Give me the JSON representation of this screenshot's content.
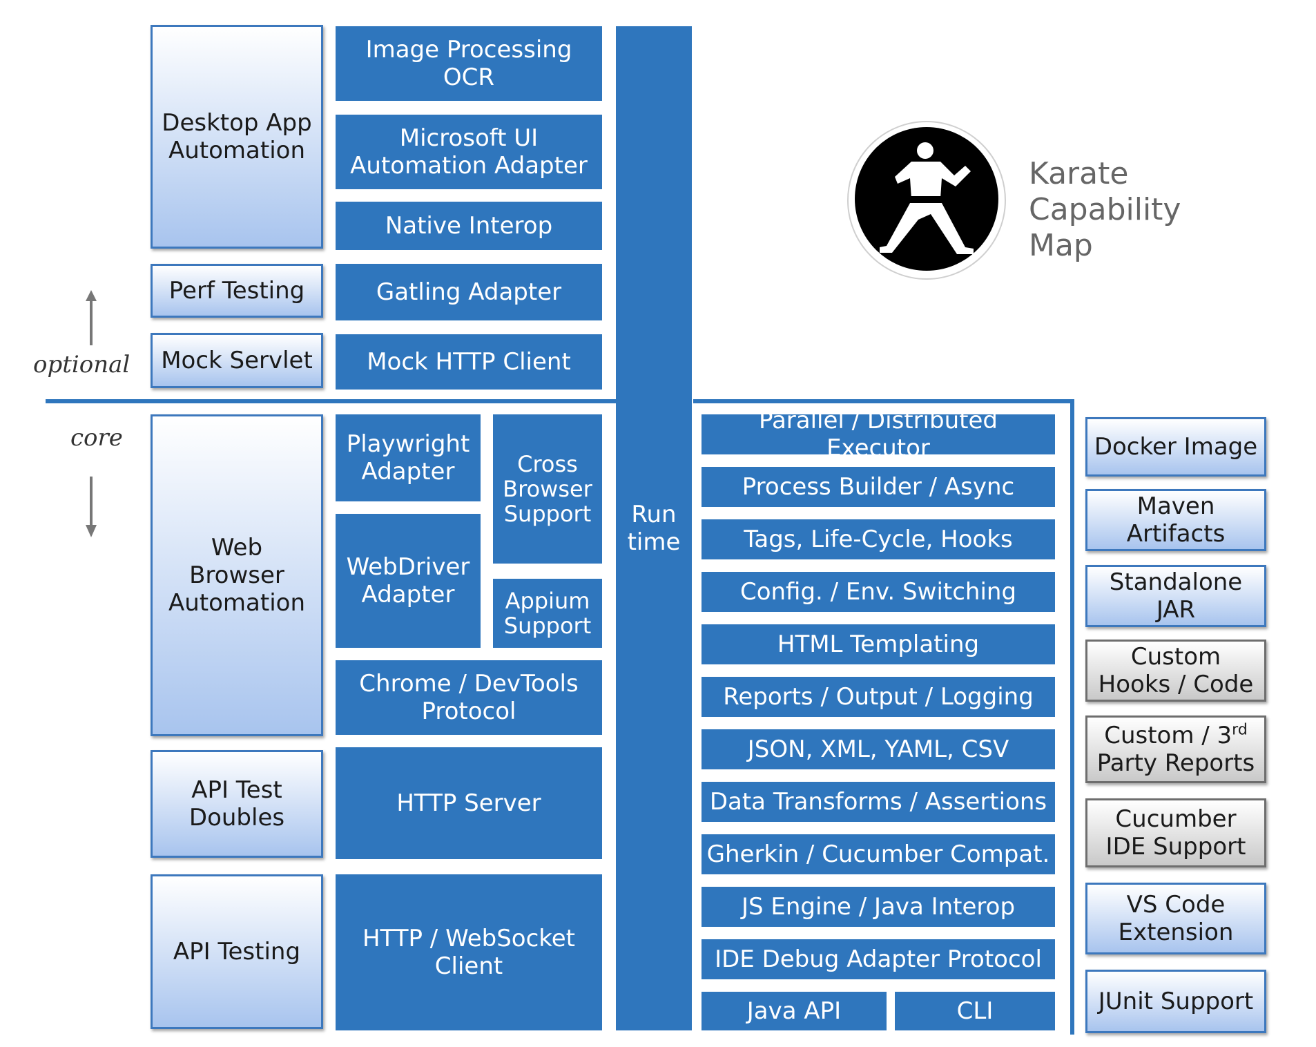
{
  "title": "Karate\nCapability\nMap",
  "axis": {
    "optional": "optional",
    "core": "core"
  },
  "left": {
    "desktop": "Desktop App\nAutomation",
    "perf": "Perf Testing",
    "mock": "Mock Servlet",
    "web": "Web\nBrowser\nAutomation",
    "doubles": "API Test\nDoubles",
    "api": "API Testing"
  },
  "mid": {
    "image": "Image Processing\nOCR",
    "msui": "Microsoft UI\nAutomation Adapter",
    "native": "Native Interop",
    "gatling": "Gatling Adapter",
    "mockhttp": "Mock HTTP Client",
    "playwright": "Playwright\nAdapter",
    "cross": "Cross\nBrowser\nSupport",
    "webdriver": "WebDriver\nAdapter",
    "appium": "Appium\nSupport",
    "chrome": "Chrome / DevTools\nProtocol",
    "server": "HTTP Server",
    "client": "HTTP / WebSocket\nClient"
  },
  "runtime": "Run\ntime",
  "core_list": [
    "Parallel / Distributed Executor",
    "Process Builder / Async",
    "Tags, Life-Cycle, Hooks",
    "Config. / Env. Switching",
    "HTML Templating",
    "Reports / Output / Logging",
    "JSON, XML, YAML, CSV",
    "Data Transforms / Assertions",
    "Gherkin / Cucumber Compat.",
    "JS Engine / Java Interop",
    "IDE Debug Adapter Protocol"
  ],
  "java_api": "Java API",
  "cli": "CLI",
  "right": {
    "docker": "Docker Image",
    "maven": "Maven\nArtifacts",
    "jar": "Standalone\nJAR",
    "hooks": "Custom\nHooks / Code",
    "reports_a": "Custom / 3",
    "reports_sup": "rd",
    "reports_b": "Party Reports",
    "cucumber": "Cucumber\nIDE Support",
    "vscode": "VS Code\nExtension",
    "junit": "JUnit Support"
  }
}
